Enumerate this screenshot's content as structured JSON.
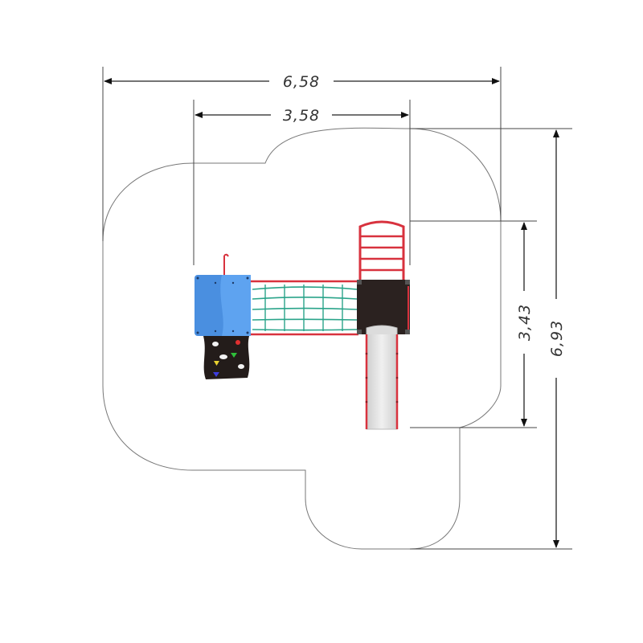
{
  "dimensions": {
    "total_width": "6,58",
    "tower_span": "3,58",
    "tower_depth": "3,43",
    "total_depth": "6,93"
  },
  "colors": {
    "roof_blue": "#4a8fe0",
    "roof_blue_light": "#5ea3f0",
    "deck_dark": "#2b2220",
    "frame_red": "#d8323e",
    "net_green": "#2aa48a",
    "slide_gray": "#dcdcdc",
    "climbing_wall": "#231c1a"
  },
  "icons": {
    "arrow": "filled-triangle-arrowhead"
  }
}
